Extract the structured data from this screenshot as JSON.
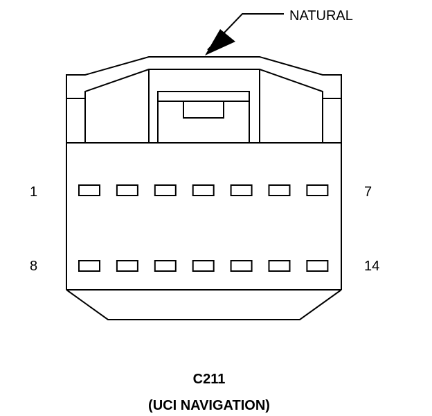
{
  "callout": {
    "label": "NATURAL"
  },
  "pin_labels": {
    "row1_start": "1",
    "row1_end": "7",
    "row2_start": "8",
    "row2_end": "14"
  },
  "connector": {
    "id": "C211",
    "description": "(UCI NAVIGATION)"
  },
  "colors": {
    "line": "#000000",
    "background": "#ffffff"
  },
  "pins_per_row": 7
}
